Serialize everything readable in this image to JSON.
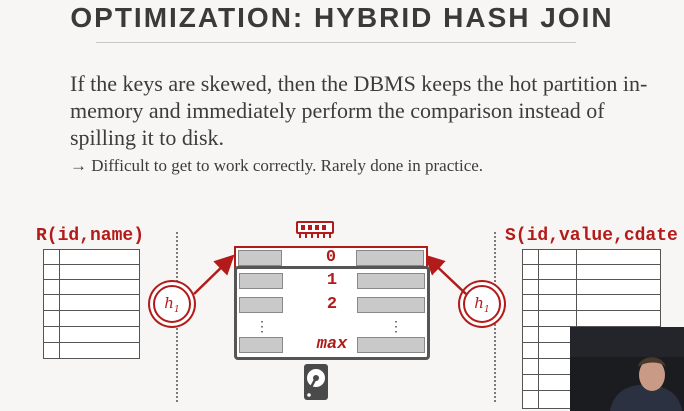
{
  "slide": {
    "title": "OPTIMIZATION: HYBRID HASH JOIN",
    "body": "If the keys are skewed, then the DBMS keeps the hot partition in-memory and immediately perform the comparison instead of spilling it to disk.",
    "bullet": "→ Difficult to get to work correctly. Rarely done in practice."
  },
  "diagram": {
    "left_relation": "R(id,name)",
    "right_relation": "S(id,value,cdate",
    "hash_function": "h",
    "hash_subscript": "1",
    "partitions": [
      "0",
      "1",
      "2",
      "⋮",
      "max"
    ],
    "memory_icon": "memory-chip-icon",
    "disk_icon": "hard-disk-icon",
    "accent_color": "#b31b1b"
  }
}
